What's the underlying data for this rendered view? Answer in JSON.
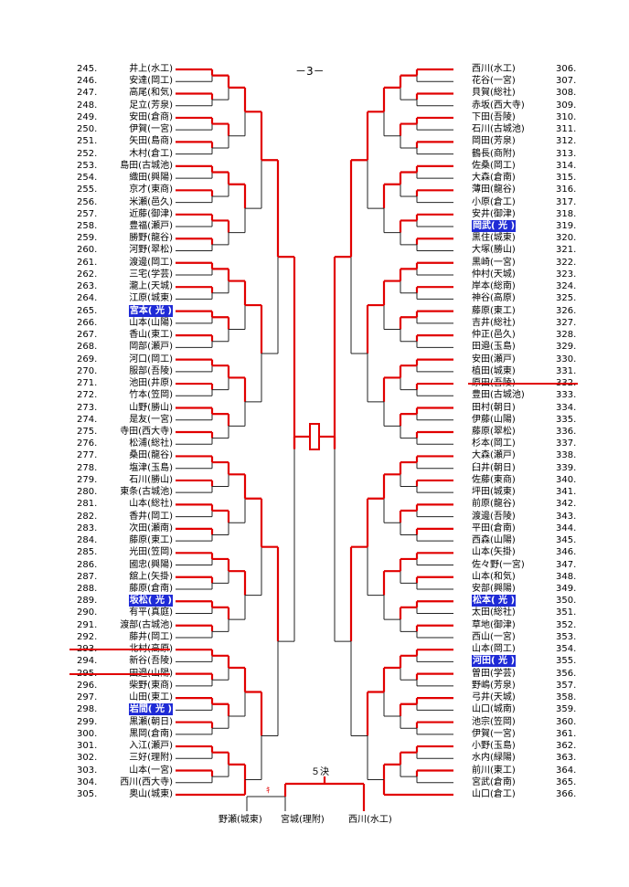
{
  "page_marker": "－3－",
  "left_entries": [
    {
      "num": "245.",
      "name": "井上(水工)"
    },
    {
      "num": "246.",
      "name": "安達(岡工)"
    },
    {
      "num": "247.",
      "name": "高尾(和気)"
    },
    {
      "num": "248.",
      "name": "足立(芳泉)"
    },
    {
      "num": "249.",
      "name": "安田(倉商)"
    },
    {
      "num": "250.",
      "name": "伊賀(一宮)"
    },
    {
      "num": "251.",
      "name": "矢田(島商)"
    },
    {
      "num": "252.",
      "name": "木村(倉工)"
    },
    {
      "num": "253.",
      "name": "島田(古城池)"
    },
    {
      "num": "254.",
      "name": "織田(興陽)"
    },
    {
      "num": "255.",
      "name": "京才(東商)"
    },
    {
      "num": "256.",
      "name": "米瀬(邑久)"
    },
    {
      "num": "257.",
      "name": "近藤(御津)"
    },
    {
      "num": "258.",
      "name": "豊福(瀬戸)"
    },
    {
      "num": "259.",
      "name": "勝野(龍谷)"
    },
    {
      "num": "260.",
      "name": "河野(翠松)"
    },
    {
      "num": "261.",
      "name": "渡邊(岡工)"
    },
    {
      "num": "262.",
      "name": "三宅(学芸)"
    },
    {
      "num": "263.",
      "name": "瀧上(天城)"
    },
    {
      "num": "264.",
      "name": "江原(城東)"
    },
    {
      "num": "265.",
      "name": "宮本( 光 )",
      "hl": true
    },
    {
      "num": "266.",
      "name": "山本(山陽)"
    },
    {
      "num": "267.",
      "name": "香山(東工)"
    },
    {
      "num": "268.",
      "name": "岡部(瀬戸)"
    },
    {
      "num": "269.",
      "name": "河口(岡工)"
    },
    {
      "num": "270.",
      "name": "服部(吾陵)"
    },
    {
      "num": "271.",
      "name": "池田(井原)"
    },
    {
      "num": "272.",
      "name": "竹本(笠岡)"
    },
    {
      "num": "273.",
      "name": "山野(勝山)"
    },
    {
      "num": "274.",
      "name": "是友(一宮)"
    },
    {
      "num": "275.",
      "name": "寺田(西大寺)"
    },
    {
      "num": "276.",
      "name": "松浦(総社)"
    },
    {
      "num": "277.",
      "name": "桑田(龍谷)"
    },
    {
      "num": "278.",
      "name": "塩津(玉島)"
    },
    {
      "num": "279.",
      "name": "石川(勝山)"
    },
    {
      "num": "280.",
      "name": "東条(古城池)"
    },
    {
      "num": "281.",
      "name": "山本(総社)"
    },
    {
      "num": "282.",
      "name": "香井(岡工)"
    },
    {
      "num": "283.",
      "name": "次田(瀬南)"
    },
    {
      "num": "284.",
      "name": "藤原(東工)"
    },
    {
      "num": "285.",
      "name": "光田(笠岡)"
    },
    {
      "num": "286.",
      "name": "國忠(興陽)"
    },
    {
      "num": "287.",
      "name": "舘上(矢掛)"
    },
    {
      "num": "288.",
      "name": "藤原(倉南)"
    },
    {
      "num": "289.",
      "name": "坂松( 光 )",
      "hl": true
    },
    {
      "num": "290.",
      "name": "有平(真庭)"
    },
    {
      "num": "291.",
      "name": "渡部(古城池)"
    },
    {
      "num": "292.",
      "name": "藤井(岡工)"
    },
    {
      "num": "293.",
      "name": "北村(高原)",
      "struck": true
    },
    {
      "num": "294.",
      "name": "新谷(吾陵)"
    },
    {
      "num": "295.",
      "name": "田邉(山陽)",
      "struck": true
    },
    {
      "num": "296.",
      "name": "柴野(東商)"
    },
    {
      "num": "297.",
      "name": "山田(東工)"
    },
    {
      "num": "298.",
      "name": "岩間( 光 )",
      "hl": true
    },
    {
      "num": "299.",
      "name": "黒瀬(朝日)"
    },
    {
      "num": "300.",
      "name": "黒岡(倉南)"
    },
    {
      "num": "301.",
      "name": "入江(瀬戸)"
    },
    {
      "num": "302.",
      "name": "三好(理附)"
    },
    {
      "num": "303.",
      "name": "山本(一宮)"
    },
    {
      "num": "304.",
      "name": "西川(西大寺)"
    },
    {
      "num": "305.",
      "name": "奥山(城東)"
    }
  ],
  "right_entries": [
    {
      "num": "306.",
      "name": "西川(水工)"
    },
    {
      "num": "307.",
      "name": "花谷(一宮)"
    },
    {
      "num": "308.",
      "name": "貝賀(総社)"
    },
    {
      "num": "309.",
      "name": "赤坂(西大寺)"
    },
    {
      "num": "310.",
      "name": "下田(吾陵)"
    },
    {
      "num": "311.",
      "name": "石川(古城池)"
    },
    {
      "num": "312.",
      "name": "岡田(芳泉)"
    },
    {
      "num": "313.",
      "name": "鶴長(商附)"
    },
    {
      "num": "314.",
      "name": "佐桑(岡工)"
    },
    {
      "num": "315.",
      "name": "大森(倉南)"
    },
    {
      "num": "316.",
      "name": "薄田(龍谷)"
    },
    {
      "num": "317.",
      "name": "小原(倉工)"
    },
    {
      "num": "318.",
      "name": "安井(御津)"
    },
    {
      "num": "319.",
      "name": "岡武( 光 )",
      "hl": true
    },
    {
      "num": "320.",
      "name": "黒住(城東)"
    },
    {
      "num": "321.",
      "name": "大塚(勝山)"
    },
    {
      "num": "322.",
      "name": "黒崎(一宮)"
    },
    {
      "num": "323.",
      "name": "仲村(天城)"
    },
    {
      "num": "324.",
      "name": "岸本(総南)"
    },
    {
      "num": "325.",
      "name": "神谷(高原)"
    },
    {
      "num": "326.",
      "name": "藤原(東工)"
    },
    {
      "num": "327.",
      "name": "吉井(総社)"
    },
    {
      "num": "328.",
      "name": "仲正(邑久)"
    },
    {
      "num": "329.",
      "name": "田邉(玉島)"
    },
    {
      "num": "330.",
      "name": "安田(瀬戸)"
    },
    {
      "num": "331.",
      "name": "植田(城東)"
    },
    {
      "num": "332.",
      "name": "原田(吾陵)",
      "struck": true
    },
    {
      "num": "333.",
      "name": "豊田(古城池)"
    },
    {
      "num": "334.",
      "name": "田村(朝日)"
    },
    {
      "num": "335.",
      "name": "伊藤(山陽)"
    },
    {
      "num": "336.",
      "name": "藤原(翠松)"
    },
    {
      "num": "337.",
      "name": "杉本(岡工)"
    },
    {
      "num": "338.",
      "name": "大森(瀬戸)"
    },
    {
      "num": "339.",
      "name": "臼井(朝日)"
    },
    {
      "num": "340.",
      "name": "佐藤(東商)"
    },
    {
      "num": "341.",
      "name": "坪田(城東)"
    },
    {
      "num": "342.",
      "name": "前原(龍谷)"
    },
    {
      "num": "343.",
      "name": "渡邊(吾陵)"
    },
    {
      "num": "344.",
      "name": "平田(倉南)"
    },
    {
      "num": "345.",
      "name": "西森(山陽)"
    },
    {
      "num": "346.",
      "name": "山本(矢掛)"
    },
    {
      "num": "347.",
      "name": "佐々野(一宮)"
    },
    {
      "num": "348.",
      "name": "山本(和気)"
    },
    {
      "num": "349.",
      "name": "安部(興陽)"
    },
    {
      "num": "350.",
      "name": "松本( 光 )",
      "hl": true
    },
    {
      "num": "351.",
      "name": "太田(総社)"
    },
    {
      "num": "352.",
      "name": "草地(御津)"
    },
    {
      "num": "353.",
      "name": "西山(一宮)"
    },
    {
      "num": "354.",
      "name": "山本(岡工)"
    },
    {
      "num": "355.",
      "name": "河田( 光 )",
      "hl": true
    },
    {
      "num": "356.",
      "name": "曽田(学芸)"
    },
    {
      "num": "357.",
      "name": "野嶋(芳泉)"
    },
    {
      "num": "358.",
      "name": "弓井(天城)"
    },
    {
      "num": "359.",
      "name": "山口(城南)"
    },
    {
      "num": "360.",
      "name": "池宗(笠岡)"
    },
    {
      "num": "361.",
      "name": "伊賀(一宮)"
    },
    {
      "num": "362.",
      "name": "小野(玉島)"
    },
    {
      "num": "363.",
      "name": "水内(緑陽)"
    },
    {
      "num": "364.",
      "name": "前川(東工)"
    },
    {
      "num": "365.",
      "name": "宮武(倉南)"
    },
    {
      "num": "366.",
      "name": "山口(倉工)"
    }
  ],
  "bottom": {
    "round_label": "５決",
    "mark": "ｷ",
    "names": [
      "野瀬(城東)",
      "宮城(理附)",
      "西川(水工)"
    ]
  },
  "colors": {
    "line_red": "#e10000",
    "line_black": "#222222",
    "highlight": "#1f2bd6"
  }
}
